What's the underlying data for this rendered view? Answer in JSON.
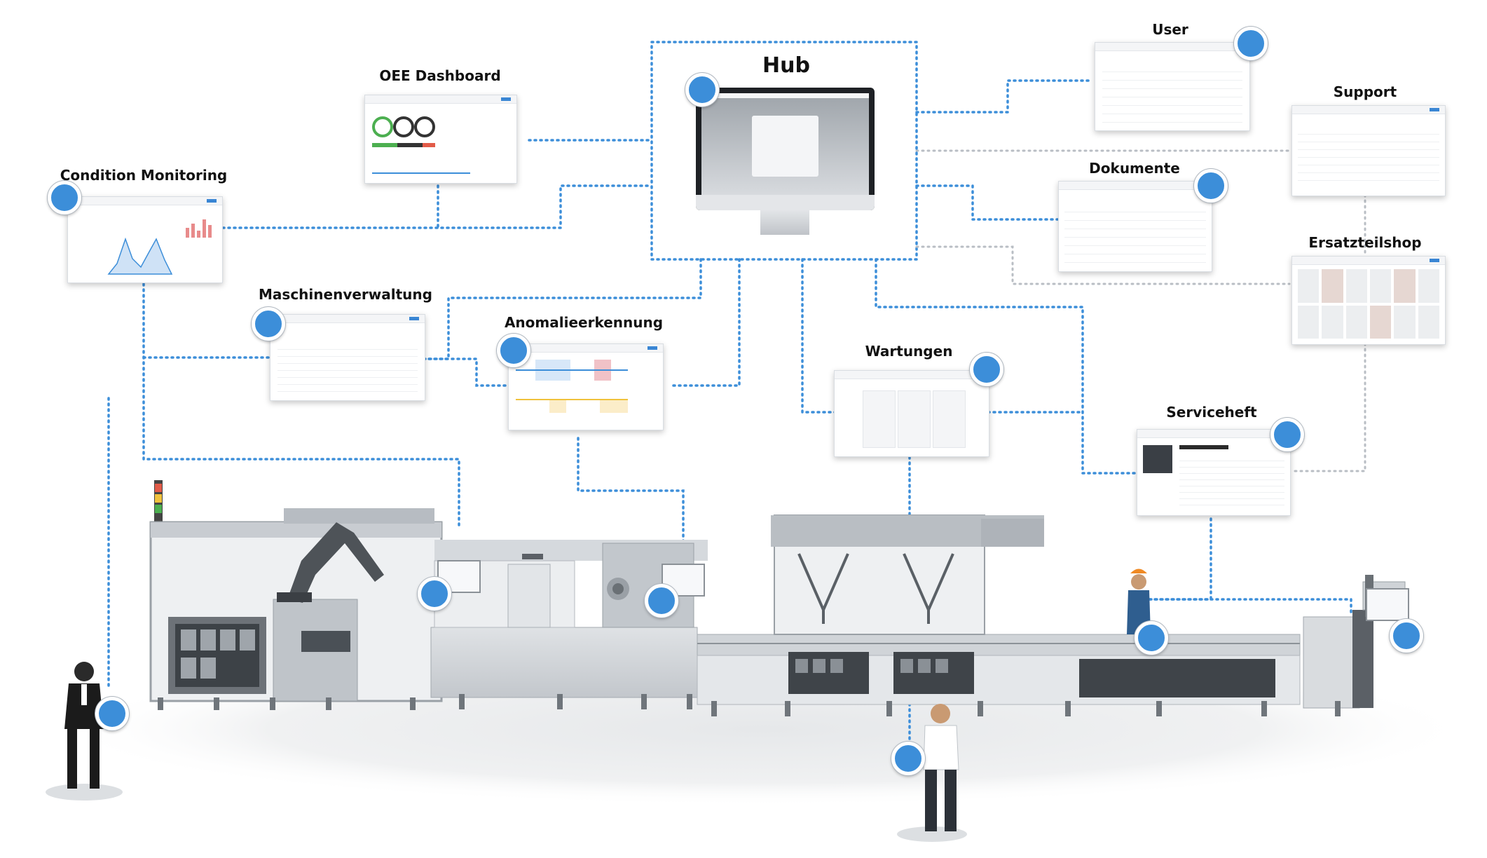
{
  "modules": {
    "hub": "Hub",
    "oee": "OEE Dashboard",
    "condition": "Condition Monitoring",
    "maschinen": "Maschinenverwaltung",
    "anomalie": "Anomalieerkennung",
    "wartungen": "Wartungen",
    "user": "User",
    "support": "Support",
    "dokumente": "Dokumente",
    "ersatzteilshop": "Ersatzteilshop",
    "serviceheft": "Serviceheft"
  },
  "colors": {
    "node": "#3c8ed9",
    "connector_dotted": "#3c8ed9",
    "connector_gray": "#b9bec4",
    "machine": "#c9cdd2",
    "machine_dark": "#8f959c"
  }
}
